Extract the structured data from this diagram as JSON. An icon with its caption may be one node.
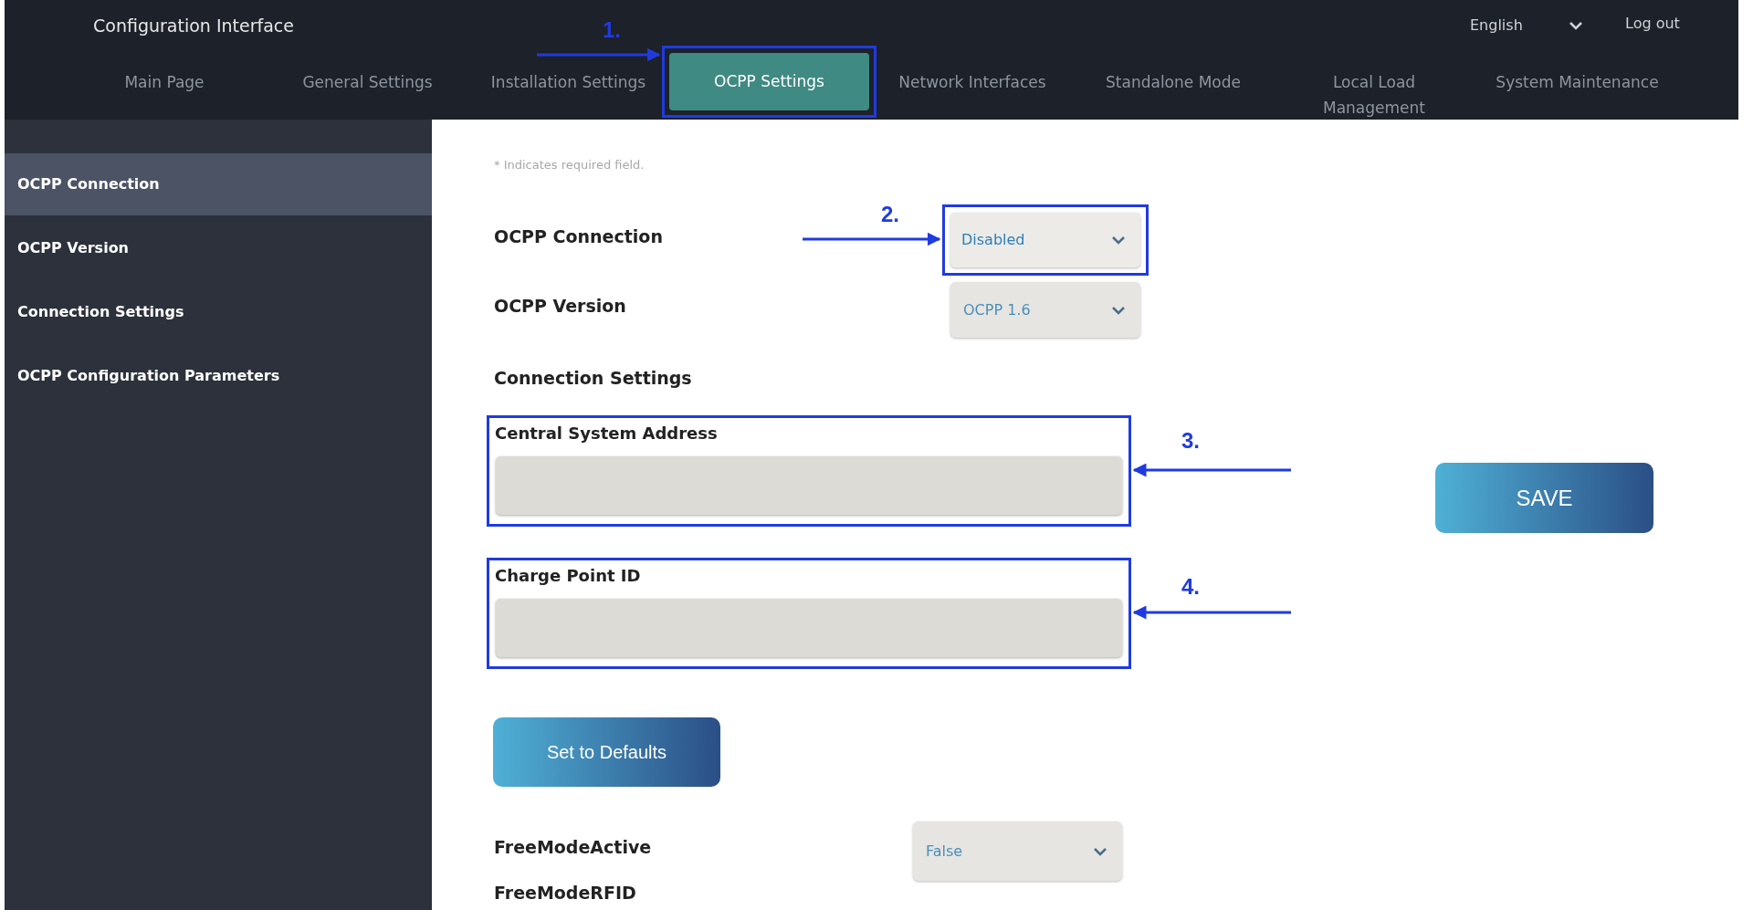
{
  "diagram": {
    "nodes": [
      {
        "text": [
          "OCPP Settings"
        ]
      },
      {
        "text": [
          "Disabled"
        ]
      },
      {
        "text": [
          "Central System Address"
        ]
      },
      {
        "text": [
          "Charge Point ID"
        ]
      }
    ],
    "edges": [
      {
        "from": null,
        "to": 0,
        "arrow": "to"
      },
      {
        "from": null,
        "to": 1,
        "arrow": "to"
      },
      {
        "from": null,
        "to": 2,
        "arrow": "to"
      },
      {
        "from": null,
        "to": 3,
        "arrow": "to"
      }
    ],
    "labels": [
      "Configuration Interface",
      "1.",
      "English",
      "Log out",
      "Main Page",
      "General Settings",
      "Installation Settings",
      "Network Interfaces",
      "Standalone Mode",
      "Local Load Management",
      "System Maintenance",
      "OCPP Connection",
      "OCPP Version",
      "Connection Settings",
      "OCPP Configuration Parameters",
      "* Indicates required field.",
      "2.",
      "OCPP Connection",
      "OCPP Version",
      "OCPP 1.6",
      "Connection Settings",
      "3.",
      "SAVE",
      "4.",
      "Set to Defaults",
      "FreeModeActive",
      "False",
      "FreeModeRFID"
    ]
  }
}
